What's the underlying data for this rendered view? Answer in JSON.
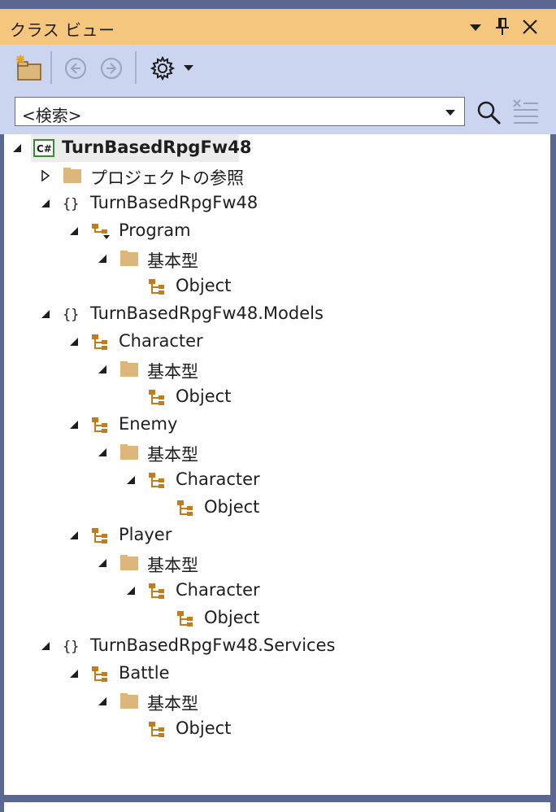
{
  "panel": {
    "title": "クラス ビュー"
  },
  "search": {
    "placeholder": "<検索>"
  },
  "tree": {
    "root": "TurnBasedRpgFw48",
    "references": "プロジェクトの参照",
    "ns1": "TurnBasedRpgFw48",
    "program": "Program",
    "base": "基本型",
    "object": "Object",
    "ns2": "TurnBasedRpgFw48.Models",
    "character": "Character",
    "enemy": "Enemy",
    "player": "Player",
    "ns3": "TurnBasedRpgFw48.Services",
    "battle": "Battle"
  },
  "colors": {
    "title_bg": "#f5c77e",
    "toolbar_bg": "#ccd5f0",
    "frame": "#5a6792",
    "class_icon": "#c27d1a",
    "folder": "#dcb67a",
    "csharp_border": "#388a34"
  }
}
